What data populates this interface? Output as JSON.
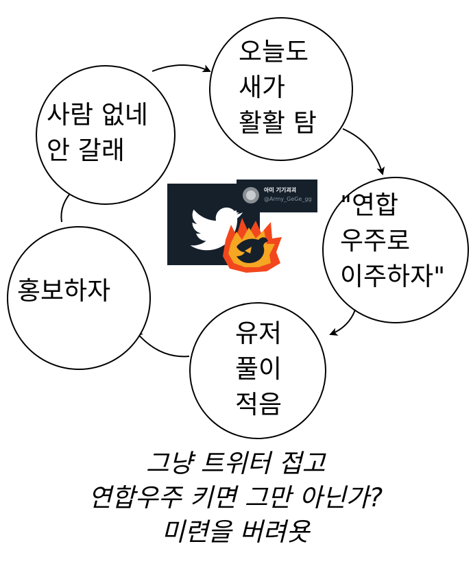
{
  "nodes": {
    "top_right": [
      "오늘도",
      "새가",
      "활활 탐"
    ],
    "right": [
      "\"연합",
      "우주로",
      "이주하자\""
    ],
    "bottom": [
      "유저",
      "풀이",
      "적음"
    ],
    "left": [
      "홍보하자"
    ],
    "top_left": [
      "사람 없네",
      "안 갈래"
    ]
  },
  "profile": {
    "name": "아미 기기괴괴",
    "handle": "@Army_GeGe_gg"
  },
  "caption": [
    "그냥 트위터 접고",
    "연합우주 키면 그만 아닌가?",
    "미련을 버려욧"
  ],
  "icons": [
    "twitter-bird-icon",
    "burning-bird-icon",
    "avatar-icon"
  ],
  "colors": {
    "twitter_bg": "#15202b",
    "bird": "#ffffff",
    "fire": "#f2471d"
  }
}
